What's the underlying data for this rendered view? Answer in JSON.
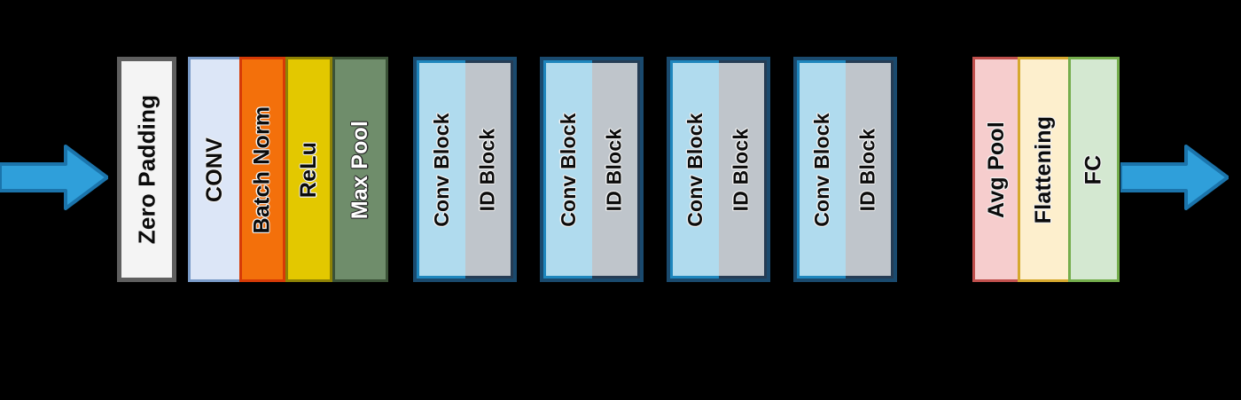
{
  "diagram": {
    "title": "ResNet architecture block diagram",
    "background_color": "#000000",
    "arrow_color": "#2f9fda",
    "arrow_edge_color": "#1b74ab"
  },
  "input_arrow": {
    "name": "input-arrow",
    "label": ""
  },
  "output_arrow": {
    "name": "output-arrow",
    "label": ""
  },
  "stages": [
    {
      "id": "zero-padding",
      "kind": "single",
      "fill": "#f4f4f4",
      "border": "#5f5f5f",
      "cells": [
        {
          "label": "Zero  Padding",
          "fill": "#f4f4f4",
          "border": "#5f5f5f",
          "text_style": "dark"
        }
      ]
    },
    {
      "id": "conv-stage",
      "kind": "strip",
      "cells": [
        {
          "label": "CONV",
          "fill": "#dce6f7",
          "border": "#7a9bc8",
          "text_style": "dark"
        },
        {
          "label": "Batch Norm",
          "fill": "#f3700b",
          "border": "#d63a06",
          "text_style": "dark"
        },
        {
          "label": "ReLu",
          "fill": "#e3c800",
          "border": "#8e8205",
          "text_style": "dark"
        },
        {
          "label": "Max Pool",
          "fill": "#6f8d6b",
          "border": "#3b5237",
          "text_style": "light"
        }
      ]
    },
    {
      "id": "res-stage-1",
      "kind": "residual",
      "outer_border": "#1a4a6e",
      "cells": [
        {
          "label": "Conv Block",
          "fill": "#b0dbee",
          "border": "#1e86bd",
          "text_style": "dark"
        },
        {
          "label": "ID Block",
          "fill": "#bfc5cb",
          "border": "#253c54",
          "text_style": "dark"
        }
      ]
    },
    {
      "id": "res-stage-2",
      "kind": "residual",
      "outer_border": "#1a4a6e",
      "cells": [
        {
          "label": "Conv Block",
          "fill": "#b0dbee",
          "border": "#1e86bd",
          "text_style": "dark"
        },
        {
          "label": "ID Block",
          "fill": "#bfc5cb",
          "border": "#253c54",
          "text_style": "dark"
        }
      ]
    },
    {
      "id": "res-stage-3",
      "kind": "residual",
      "outer_border": "#1a4a6e",
      "cells": [
        {
          "label": "Conv Block",
          "fill": "#b0dbee",
          "border": "#1e86bd",
          "text_style": "dark"
        },
        {
          "label": "ID Block",
          "fill": "#bfc5cb",
          "border": "#253c54",
          "text_style": "dark"
        }
      ]
    },
    {
      "id": "res-stage-4",
      "kind": "residual",
      "outer_border": "#1a4a6e",
      "cells": [
        {
          "label": "Conv Block",
          "fill": "#b0dbee",
          "border": "#1e86bd",
          "text_style": "dark"
        },
        {
          "label": "ID Block",
          "fill": "#bfc5cb",
          "border": "#253c54",
          "text_style": "dark"
        }
      ]
    },
    {
      "id": "tail-stage",
      "kind": "strip",
      "cells": [
        {
          "label": "Avg Pool",
          "fill": "#f6cdcd",
          "border": "#c0504d",
          "text_style": "dark"
        },
        {
          "label": "Flattening",
          "fill": "#fdefcd",
          "border": "#d5a82e",
          "text_style": "dark"
        },
        {
          "label": "FC",
          "fill": "#d4e8d1",
          "border": "#74ad4c",
          "text_style": "dark"
        }
      ]
    }
  ]
}
